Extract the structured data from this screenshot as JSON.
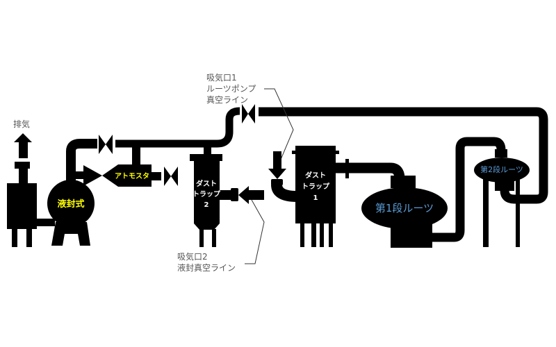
{
  "colors": {
    "equipment": "#000000",
    "yellow_label": "#ffff00",
    "blue_label": "#5b9bd5",
    "annotation": "#555555"
  },
  "labels": {
    "exhaust": "排気",
    "liquid_ring_pump": "液封式",
    "atmostat": "アトモスタ",
    "dust_trap_2": [
      "ダスト",
      "トラップ",
      "2"
    ],
    "dust_trap_1": [
      "ダスト",
      "トラップ",
      "1"
    ],
    "roots_1": "第1段ルーツ",
    "roots_2": "第2段ルーツ",
    "inlet_1": [
      "吸気口1",
      "ルーツポンプ",
      "真空ライン"
    ],
    "inlet_2": [
      "吸気口2",
      "液封真空ライン"
    ]
  }
}
